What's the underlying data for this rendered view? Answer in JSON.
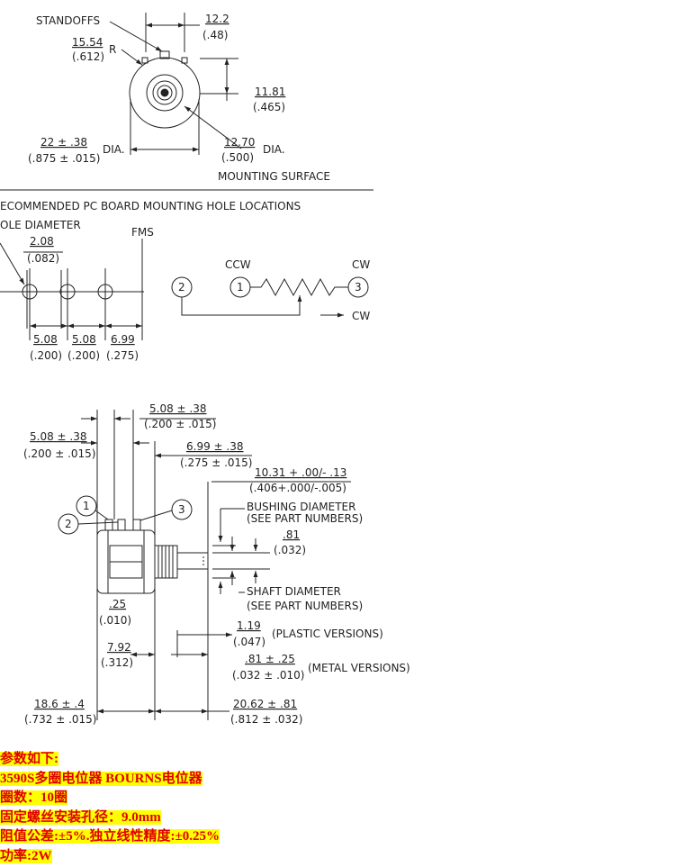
{
  "top_view": {
    "standoffs": "STANDOFFS",
    "radius_mm": "15.54",
    "radius_in": "(.612)",
    "radius_suffix": "R",
    "width_mm": "12.2",
    "width_in": "(.48)",
    "height_mm": "11.81",
    "height_in": "(.465)",
    "body_dia_mm": "22 ± .38",
    "body_dia_in": "(.875 ± .015)",
    "body_dia_suffix": "DIA.",
    "bushing_dia_mm": "12.70",
    "bushing_dia_in": "(.500)",
    "bushing_dia_suffix": "DIA.",
    "mounting_surface": "MOUNTING SURFACE"
  },
  "pcb": {
    "title": "ECOMMENDED PC BOARD MOUNTING HOLE LOCATIONS",
    "hole_diameter": "OLE DIAMETER",
    "hole_mm": "2.08",
    "hole_in": "(.082)",
    "fms": "FMS",
    "spacing": [
      {
        "mm": "5.08",
        "in": "(.200)"
      },
      {
        "mm": "5.08",
        "in": "(.200)"
      },
      {
        "mm": "6.99",
        "in": "(.275)"
      }
    ]
  },
  "schematic": {
    "ccw": "CCW",
    "cw_top": "CW",
    "cw_arrow": "CW",
    "pins": [
      "1",
      "2",
      "3"
    ]
  },
  "side_view": {
    "d1_mm": "5.08 ± .38",
    "d1_in": "(.200 ± .015)",
    "d2_mm": "5.08  ± .38",
    "d2_in": "(.200 ± .015)",
    "d3_mm": "6.99 ± .38",
    "d3_in": "(.275 ± .015)",
    "d4_mm": "10.31 + .00/- .13",
    "d4_in": "(.406+.000/-.005)",
    "bushing_label_1": "BUSHING DIAMETER",
    "bushing_label_2": "(SEE PART NUMBERS)",
    "d5_mm": ".81",
    "d5_in": "(.032)",
    "shaft_label_1": "SHAFT DIAMETER",
    "shaft_label_2": "(SEE PART NUMBERS)",
    "d6_mm": ".25",
    "d6_in": "(.010)",
    "d7_mm": "1.19",
    "d7_in": "(.047)",
    "d7_note": "(PLASTIC VERSIONS)",
    "d8_mm": "7.92",
    "d8_in": "(.312)",
    "d9_mm": ".81 ± .25",
    "d9_in": "(.032 ± .010)",
    "d9_note": "(METAL VERSIONS)",
    "d10_mm": "18.6 ± .4",
    "d10_in": "(.732 ± .015)",
    "d11_mm": "20.62 ± .81",
    "d11_in": "(.812 ± .032)",
    "pins": [
      "1",
      "2",
      "3"
    ]
  },
  "specs": [
    "参数如下:",
    "3590S多圈电位器 BOURNS电位器",
    "圈数：10圈",
    "固定螺丝安装孔径：9.0mm",
    "阻值公差:±5%.独立线性精度:±0.25%",
    "功率:2W"
  ],
  "colors": {
    "spec_text": "#e00000",
    "spec_highlight": "#ffff00",
    "line": "#222222"
  }
}
